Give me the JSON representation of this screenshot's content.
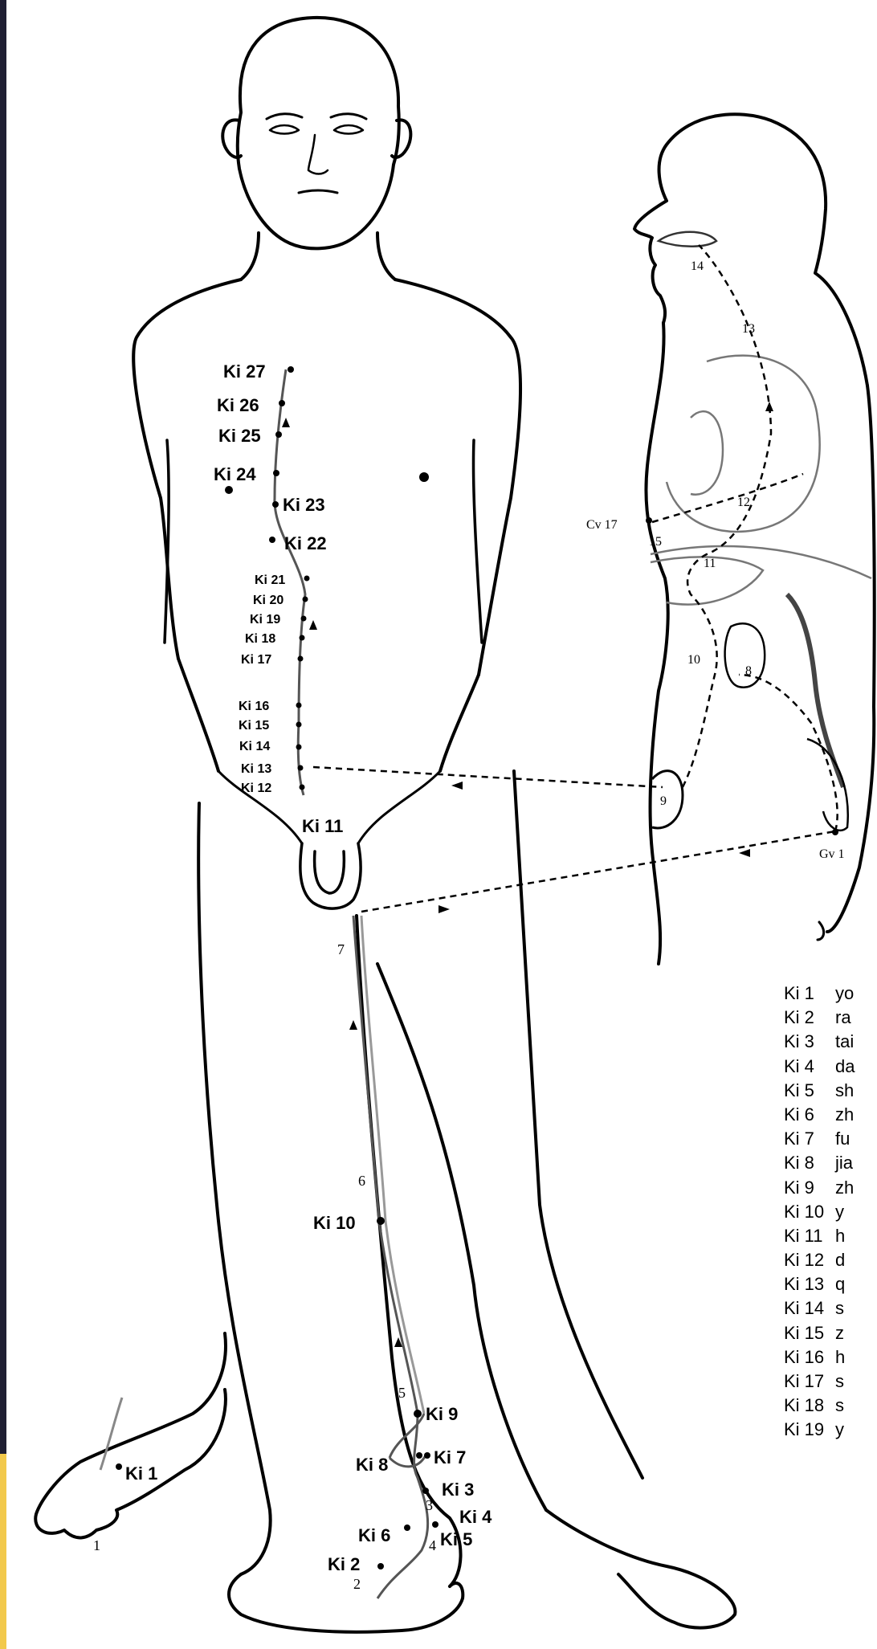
{
  "front_labels": {
    "ki27": "Ki 27",
    "ki26": "Ki 26",
    "ki25": "Ki 25",
    "ki24": "Ki 24",
    "ki23": "Ki 23",
    "ki22": "Ki 22",
    "ki21": "Ki 21",
    "ki20": "Ki 20",
    "ki19": "Ki 19",
    "ki18": "Ki 18",
    "ki17": "Ki 17",
    "ki16": "Ki 16",
    "ki15": "Ki 15",
    "ki14": "Ki 14",
    "ki13": "Ki 13",
    "ki12": "Ki 12",
    "ki11": "Ki 11",
    "ki10": "Ki 10",
    "ki9": "Ki 9",
    "ki8": "Ki 8",
    "ki7": "Ki 7",
    "ki6": "Ki 6",
    "ki5": "Ki 5",
    "ki4": "Ki 4",
    "ki3": "Ki 3",
    "ki2": "Ki 2",
    "ki1": "Ki 1"
  },
  "path_numbers": {
    "n1": "1",
    "n2": "2",
    "n3": "3",
    "n4": "4",
    "n5": "5",
    "n6": "6",
    "n7": "7"
  },
  "side_labels": {
    "cv17": "Cv 17",
    "gv1": "Gv 1",
    "n8": "8",
    "n9": "9",
    "n10": "10",
    "n11": "11",
    "n12": "12",
    "n13": "13",
    "n14": "14",
    "n15": "15"
  },
  "legend": [
    {
      "code": "Ki 1",
      "name": "yo"
    },
    {
      "code": "Ki 2",
      "name": "ra"
    },
    {
      "code": "Ki 3",
      "name": "tai"
    },
    {
      "code": "Ki 4",
      "name": "da"
    },
    {
      "code": "Ki 5",
      "name": "sh"
    },
    {
      "code": "Ki 6",
      "name": "zh"
    },
    {
      "code": "Ki 7",
      "name": "fu"
    },
    {
      "code": "Ki 8",
      "name": "jia"
    },
    {
      "code": "Ki 9",
      "name": "zh"
    },
    {
      "code": "Ki 10",
      "name": "y"
    },
    {
      "code": "Ki 11",
      "name": "h"
    },
    {
      "code": "Ki 12",
      "name": "d"
    },
    {
      "code": "Ki 13",
      "name": "q"
    },
    {
      "code": "Ki 14",
      "name": "s"
    },
    {
      "code": "Ki 15",
      "name": "z"
    },
    {
      "code": "Ki 16",
      "name": "h"
    },
    {
      "code": "Ki 17",
      "name": "s"
    },
    {
      "code": "Ki 18",
      "name": "s"
    },
    {
      "code": "Ki 19",
      "name": "y"
    }
  ],
  "colors": {
    "ink": "#000000",
    "background": "#ffffff",
    "edge_dark": "#1f1f33",
    "edge_accent": "#f2c94c"
  }
}
